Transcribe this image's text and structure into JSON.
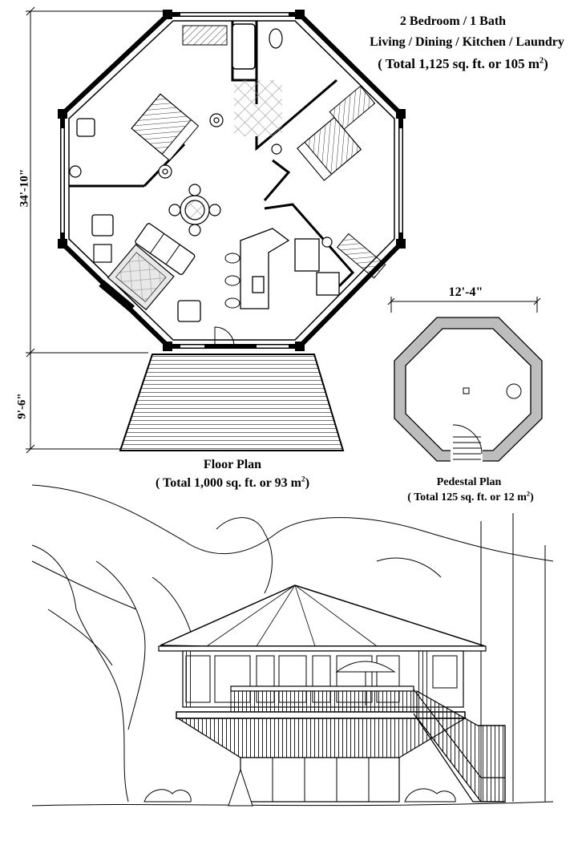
{
  "header": {
    "line1": "2 Bedroom / 1 Bath",
    "line2": "Living / Dining / Kitchen / Laundry",
    "line3_pre": "( Total 1,125 sq. ft. or 105 m",
    "line3_sup": "2",
    "line3_post": ")"
  },
  "dimensions": {
    "floor_height": "34'-10\"",
    "deck_height": "9'-6\"",
    "pedestal_width": "12'-4\""
  },
  "floor_plan": {
    "title": "Floor Plan",
    "area_pre": "( Total 1,000 sq. ft. or 93 m",
    "area_sup": "2",
    "area_post": ")"
  },
  "pedestal_plan": {
    "title": "Pedestal Plan",
    "area_pre": "( Total 125 sq. ft. or 12 m",
    "area_sup": "2",
    "area_post": ")"
  }
}
